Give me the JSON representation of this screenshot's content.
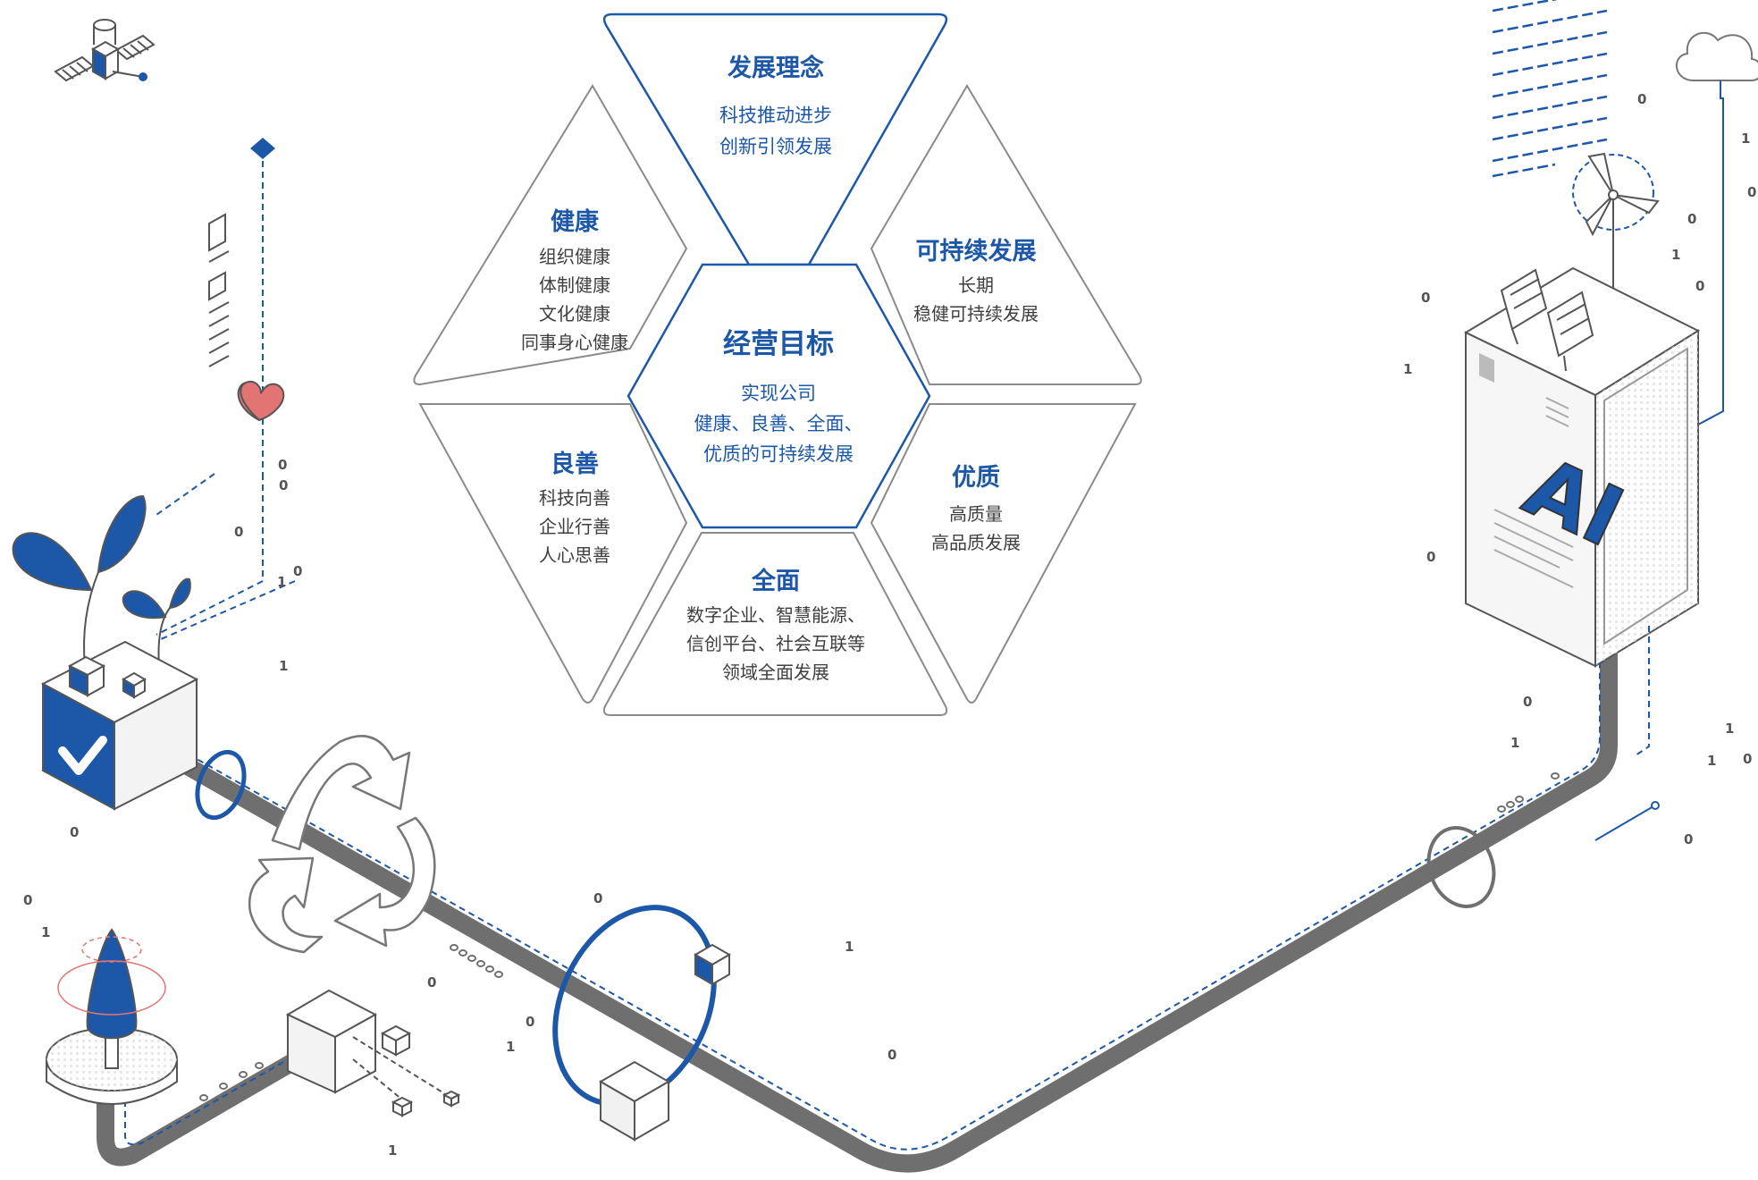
{
  "colors": {
    "primary_blue": "#1d58a8",
    "outline_grey": "#8a8a8a",
    "text_dark": "#3e3e3e",
    "pipe_grey": "#6f6f6f",
    "heart_red": "#e37474"
  },
  "center": {
    "title": "经营目标",
    "lines": [
      "实现公司",
      "健康、良善、全面、",
      "优质的可持续发展"
    ]
  },
  "segments": [
    {
      "id": "top",
      "title": "发展理念",
      "lines": [
        "科技推动进步",
        "创新引领发展"
      ],
      "highlight": true
    },
    {
      "id": "upper-left",
      "title": "健康",
      "lines": [
        "组织健康",
        "体制健康",
        "文化健康",
        "同事身心健康"
      ]
    },
    {
      "id": "upper-right",
      "title": "可持续发展",
      "lines": [
        "长期",
        "稳健可持续发展"
      ]
    },
    {
      "id": "lower-left",
      "title": "良善",
      "lines": [
        "科技向善",
        "企业行善",
        "人心思善"
      ]
    },
    {
      "id": "lower-right",
      "title": "优质",
      "lines": [
        "高质量",
        "高品质发展"
      ]
    },
    {
      "id": "bottom",
      "title": "全面",
      "lines": [
        "数字企业、智慧能源、",
        "信创平台、社会互联等",
        "领域全面发展"
      ]
    }
  ],
  "illustration": {
    "server_label": "AI",
    "binary_digits": [
      "0",
      "1",
      "0",
      "0",
      "1",
      "0",
      "1",
      "0",
      "1",
      "0",
      "0",
      "1",
      "0",
      "1",
      "1",
      "0",
      "0",
      "1",
      "0",
      "0",
      "1",
      "0",
      "1",
      "1",
      "0",
      "0",
      "1",
      "0",
      "1",
      "0",
      "0",
      "0"
    ],
    "icons": [
      "satellite-icon",
      "diamond-icon",
      "checklist-icon",
      "heart-icon",
      "sprout-icon",
      "check-cube-icon",
      "recycle-icon",
      "spinning-tree-icon",
      "data-cube-icon",
      "orbit-ring-icon",
      "solar-panel-icon",
      "wind-turbine-icon",
      "cloud-icon",
      "data-lines-icon",
      "ai-server-icon",
      "pipeline-icon"
    ]
  }
}
